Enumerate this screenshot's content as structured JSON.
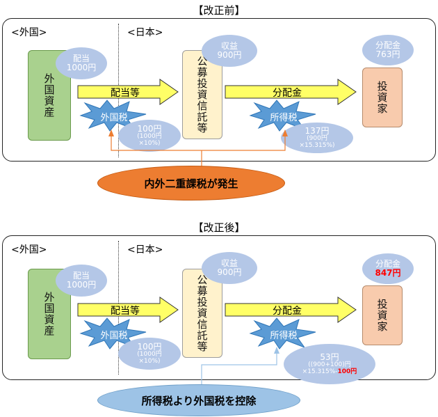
{
  "before": {
    "title": "【改正前】",
    "foreign_label": "<外国>",
    "japan_label": "<日本>",
    "foreign_assets": "外国資産",
    "fund": "公募投資信託等",
    "investor": "投資家",
    "dividend_bubble": [
      "配当",
      "1000円"
    ],
    "income_bubble": [
      "収益",
      "900円"
    ],
    "distribution_bubble": [
      "分配金",
      "763円"
    ],
    "arrow1_label": "配当等",
    "arrow2_label": "分配金",
    "foreign_tax_burst": "外国税",
    "income_tax_burst": "所得税",
    "foreign_tax_bubble": [
      "100円",
      "(1000円",
      "×10%)"
    ],
    "income_tax_bubble": [
      "137円",
      "(900円",
      "×15.315%)"
    ],
    "callout": "内外二重課税が発生"
  },
  "after": {
    "title": "【改正後】",
    "foreign_label": "<外国>",
    "japan_label": "<日本>",
    "foreign_assets": "外国資産",
    "fund": "公募投資信託等",
    "investor": "投資家",
    "dividend_bubble": [
      "配当",
      "1000円"
    ],
    "income_bubble": [
      "収益",
      "900円"
    ],
    "distribution_bubble": [
      "分配金",
      "847円"
    ],
    "arrow1_label": "配当等",
    "arrow2_label": "分配金",
    "foreign_tax_burst": "外国税",
    "income_tax_burst": "所得税",
    "foreign_tax_bubble": [
      "100円",
      "(1000円",
      "×10%)"
    ],
    "income_tax_bubble_lines": [
      "53円",
      "((900+100)円"
    ],
    "income_tax_bubble_formula": "×15.315%-",
    "income_tax_bubble_deduct": "100円",
    "callout": "所得税より外国税を控除"
  },
  "colors": {
    "green_box": "#a9d18e",
    "cream_box": "#fff2cc",
    "peach_box": "#f8cbad",
    "bubble": "#b4c7e7",
    "arrow_fill": "#ffff66",
    "burst": "#5b9bd5",
    "orange_callout": "#ed7d31",
    "blue_callout": "#9dc3e6",
    "highlight_red": "#ff0000"
  }
}
